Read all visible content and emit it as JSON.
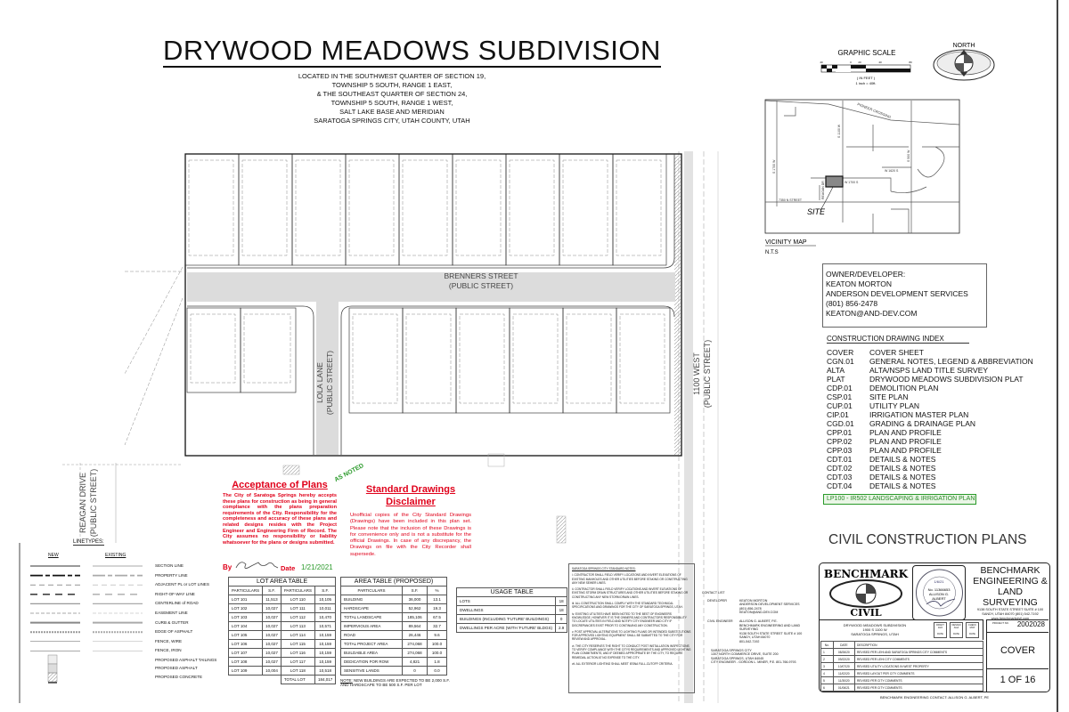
{
  "title": "DRYWOOD MEADOWS SUBDIVISION",
  "location": [
    "LOCATED IN THE SOUTHWEST QUARTER OF SECTION 19,",
    "TOWNSHIP 5 SOUTH, RANGE 1 EAST,",
    "& THE SOUTHEAST QUARTER OF SECTION 24,",
    "TOWNSHIP 5 SOUTH, RANGE 1 WEST,",
    "SALT LAKE BASE AND MERIDIAN",
    "SARATOGA SPRINGS CITY, UTAH COUNTY, UTAH"
  ],
  "scale": {
    "title": "GRAPHIC SCALE",
    "ticks": [
      "40",
      "0",
      "20",
      "40",
      "80"
    ],
    "unit": "( IN FEET )",
    "ratio": "1 inch = 40ft."
  },
  "north": {
    "label": "NORTH"
  },
  "streets": {
    "brenners": "BRENNERS STREET",
    "brenners_sub": "(PUBLIC STREET)",
    "lola": "LOLA LANE",
    "lola_sub": "(PUBLIC STREET)",
    "west": "1100 WEST",
    "west_sub": "(PUBLIC STREET)",
    "reagan": "REAGAN DRIVE",
    "reagan_sub": "(PUBLIC STREET)"
  },
  "vicinity": {
    "title": "VICINITY MAP",
    "nts": "N.T.S",
    "site": "SITE",
    "labels": {
      "pioneer": "PIONEER CROSSING",
      "s1100": "S 1100 W",
      "s1700": "S 1700 W",
      "s500": "S 500 W",
      "w1620": "W 1620 S",
      "w1700": "W 1700 S",
      "reagan": "REAGAN DR",
      "n7350": "7350 N STREET"
    }
  },
  "owner": [
    "OWNER/DEVELOPER:",
    "KEATON MORTON",
    "ANDERSON DEVELOPMENT SERVICES",
    "(801) 856-2478",
    "KEATON@AND-DEV.COM"
  ],
  "index": {
    "title": "CONSTRUCTION DRAWING INDEX",
    "items": [
      {
        "code": "COVER",
        "name": "COVER SHEET"
      },
      {
        "code": "CGN.01",
        "name": "GENERAL NOTES, LEGEND & ABBREVIATION"
      },
      {
        "code": "ALTA",
        "name": "ALTA/NSPS LAND TITLE SURVEY"
      },
      {
        "code": "PLAT",
        "name": "DRYWOOD MEADOWS SUBDIVISION PLAT"
      },
      {
        "code": "CDP.01",
        "name": "DEMOLITION PLAN"
      },
      {
        "code": "CSP.01",
        "name": "SITE PLAN"
      },
      {
        "code": "CUP.01",
        "name": "UTILITY PLAN"
      },
      {
        "code": "CIP.01",
        "name": "IRRIGATION MASTER PLAN"
      },
      {
        "code": "CGD.01",
        "name": "GRADING & DRAINAGE PLAN"
      },
      {
        "code": "CPP.01",
        "name": "PLAN AND PROFILE"
      },
      {
        "code": "CPP.02",
        "name": "PLAN AND PROFILE"
      },
      {
        "code": "CPP.03",
        "name": "PLAN AND PROFILE"
      },
      {
        "code": "CDT.01",
        "name": "DETAILS & NOTES"
      },
      {
        "code": "CDT.02",
        "name": "DETAILS & NOTES"
      },
      {
        "code": "CDT.03",
        "name": "DETAILS & NOTES"
      },
      {
        "code": "CDT.04",
        "name": "DETAILS & NOTES"
      }
    ],
    "highlight": "LP100 - IR502   LANDSCAPING & IRRIGATION PLAN"
  },
  "civil": "CIVIL CONSTRUCTION PLANS",
  "acceptance": {
    "title": "Acceptance of Plans",
    "stamp": "AS NOTED",
    "body": "The City of Saratoga Springs hereby accepts these plans for construction as being in general compliance with the plans preparation requirements of the City. Responsibility for the completeness and accuracy of these plans and related designs resides with the Project Engineer and Engineering Firm of Record. The City assumes no responsibility or liability whatsoever for the plans or designs submitted.",
    "by": "By",
    "date_label": "Date",
    "date": "1/21/2021"
  },
  "disclaimer": {
    "title1": "Standard Drawings",
    "title2": "Disclaimer",
    "body": "Unofficial copies of the City Standard Drawings (Drawings) have been included in this plan set. Please note that the inclusion of these Drawings is for convenience only and is not a substitute for the official Drawings. In case of any discrepancy, the Drawings on file with the City Recorder shall supersede."
  },
  "linetypes": {
    "title": "LINETYPES:",
    "new": "NEW",
    "existing": "EXISTING",
    "items": [
      "SECTION LINE",
      "PROPERTY LINE",
      "ADJACENT PL or LOT LINES",
      "RIGHT-OF-WAY LINE",
      "CENTERLINE of ROAD",
      "EASEMENT LINE",
      "CURB & GUTTER",
      "EDGE OF ASPHALT",
      "FENCE, WIRE",
      "FENCE, IRON",
      "PROPOSED ASPHALT TAILINGS",
      "PROPOSED ASPHALT",
      "PROPOSED CONCRETE"
    ]
  },
  "lot_table": {
    "title": "LOT AREA TABLE",
    "headers": [
      "PARTICULARS",
      "S.F.",
      "PARTICULARS",
      "S.F."
    ],
    "rows": [
      [
        "LOT 101",
        "11,513",
        "LOT 110",
        "10,105"
      ],
      [
        "LOT 102",
        "10,027",
        "LOT 111",
        "10,011"
      ],
      [
        "LOT 103",
        "10,027",
        "LOT 112",
        "10,470"
      ],
      [
        "LOT 104",
        "10,027",
        "LOT 113",
        "10,571"
      ],
      [
        "LOT 105",
        "10,027",
        "LOT 114",
        "10,159"
      ],
      [
        "LOT 106",
        "10,027",
        "LOT 115",
        "10,159"
      ],
      [
        "LOT 107",
        "10,027",
        "LOT 116",
        "10,159"
      ],
      [
        "LOT 108",
        "10,027",
        "LOT 117",
        "10,159"
      ],
      [
        "LOT 109",
        "10,004",
        "LOT 118",
        "10,518"
      ]
    ],
    "total_label": "TOTAL LOT",
    "total": "184,017"
  },
  "area_table": {
    "title": "AREA TABLE (PROPOSED)",
    "headers": [
      "PARTICULARS",
      "S.F.",
      "%"
    ],
    "rows": [
      [
        "BUILDING",
        "36,000",
        "13.1"
      ],
      [
        "HARDSCAPE",
        "52,962",
        "19.3"
      ],
      [
        "TOTAL LANDSCAPE",
        "185,106",
        "67.5"
      ],
      [
        "IMPERVIOUS AREA",
        "89,564",
        "32.7"
      ],
      [
        "ROAD",
        "26,446",
        "9.6"
      ],
      [
        "TOTAL PROJECT AREA",
        "274,068",
        "100.0"
      ],
      [
        "BUILDABLE AREA",
        "274,068",
        "100.0"
      ],
      [
        "DEDICATION FOR ROW",
        "4,821",
        "1.8"
      ],
      [
        "SENSITIVE LANDS",
        "0",
        "0.0"
      ]
    ],
    "note_label": "NOTE:",
    "note": " NEW BUILDINGS ARE EXPECTED TO BE 2,000 S.F. AND HARDSCAPE TO BE 500 S.F. PER LOT"
  },
  "usage_table": {
    "title": "USAGE TABLE",
    "rows": [
      [
        "LOTS",
        "18"
      ],
      [
        "DWELLINGS",
        "18"
      ],
      [
        "BUILDINGS (INCLUDING 'FUTURE' BUILDINGS)",
        "0"
      ],
      [
        "DWELLINGS PER ACRE (WITH 'FUTURE' BLDGS)",
        "2.9"
      ]
    ]
  },
  "city_notes": {
    "title": "SARATOGA SPRINGS CITY STANDARD NOTES:",
    "items": [
      "i. CONTRACTOR SHALL FIELD VERIFY LOCATIONS AND INVERT ELEVATIONS OF EXISTING MANHOLES AND OTHER UTILITIES BEFORE STAKING OR CONSTRUCTING ANY NEW SEWER LINES.",
      "ii. CONTRACTOR SHALL FIELD VERIFY LOCATIONS AND INVERT ELEVATIONS OF EXISTING STORM DRAIN STRUCTURES AND OTHER UTILITIES BEFORE STAKING OR CONSTRUCTING ANY NEW STORM DRAIN LINES.",
      "iii. ALL CONSTRUCTION SHALL COMPLY WITH THE STANDARD TECHNICAL SPECIFICATIONS AND DRAWINGS FOR THE CITY OF SARATOGA SPRINGS, UTAH.",
      "iv. EXISTING UTILITIES HAVE BEEN NOTED TO THE BEST OF ENGINEERS KNOWLEDGE, HOWEVER IT IS THE OWNERS AND CONTRACTORS RESPONSIBILITY TO LOCATE UTILITIES IN FIELD AND NOTIFY CITY ENGINEER AND CITY IF DISCREPANCIES EXIST PRIOR TO CONTINUING ANY CONSTRUCTION.",
      "v. POST APPROVAL ALTERATIONS TO LIGHTING PLANS OR INTENDED SUBSTITUTIONS FOR APPROVED LIGHTING EQUIPMENT SHALL BE SUBMITTED TO THE CITY FOR REVIEW AND APPROVAL.",
      "vi. THE CITY RESERVES THE RIGHT TO CONDUCT POST INSTALLATION INSPECTIONS TO VERIFY COMPLIANCE WITH THE CITYS REQUIREMENTS AND APPROVED LIGHTING PLAN COMMITMENTS, AND IF DEEMED APPROPRIATE BY THE CITY, TO REQUIRE REMEDIAL ACTION AT NO EXPENSE TO THE CITY.",
      "vii. ALL EXTERIOR LIGHTING SHALL MEET IESNA FULL-CUTOFF CRITERIA."
    ]
  },
  "contacts": {
    "title": "CONTACT LIST",
    "developer_label": "DEVELOPER",
    "developer": [
      "KEATON MORTON",
      "ANDERSON DEVELOPMENT SERVICES",
      "(801) 856-2478",
      "KEATON@AND-DEV.COM"
    ],
    "engineer_label": "CIVIL ENGINEER",
    "engineer": [
      "ALLISON G. ALBERT, P.E.",
      "BENCHMARK ENGINEERING AND LAND SURVEYING",
      "9138 SOUTH STATE STREET SUITE # 100",
      "SANDY, UTAH 84070",
      "801-542-7192"
    ],
    "city": [
      "SARATOGA SPRINGS CITY",
      "1307 NORTH COMMERCE DRIVE, SUITE 200",
      "SARATOGA SPRINGS, UTAH 84045",
      "CITY ENGINEER - GORDON L. MINER, P.E.    801-766-9793"
    ]
  },
  "title_block": {
    "logo_top": "BENCHMARK",
    "logo_bottom": "CIVIL",
    "seal": [
      "PROFESSIONAL ENGINEER",
      "No. 11366653",
      "ALLISON G.",
      "ALBERT",
      "STATE OF UTAH"
    ],
    "seal_date": "1/6/21",
    "firm": [
      "BENCHMARK",
      "ENGINEERING &",
      "LAND SURVEYING"
    ],
    "address": "9138 SOUTH STATE STREET SUITE # 100",
    "city": "SANDY, UTAH 84070  (801) 542-7192",
    "web": "www.benchmarkcivil.com",
    "project": [
      "DRYWOOD MEADOWS SUBDIVISION",
      "1900 S 1100 W",
      "SARATOGA SPRINGS, UTAH"
    ],
    "checks": [
      [
        "DRAFT",
        "JHO"
      ],
      [
        "DESIGN",
        "AGA"
      ],
      [
        "CHECK",
        "MCP"
      ]
    ],
    "date_label": "DATE",
    "project_no_label": "PROJECT NO.",
    "project_no": "2002028",
    "sheet_name": "COVER",
    "sheet_num": "1 OF 16",
    "rev_headers": [
      "No.",
      "DATE",
      "DESCRIPTION"
    ],
    "revisions": [
      [
        "1",
        "08/26/20",
        "REVISED PER LEHI AND SARATOGA SPRINGS CITY COMMENTS"
      ],
      [
        "2",
        "09/22/20",
        "REVISED PER LEHI CITY COMMENTS"
      ],
      [
        "3",
        "10/07/20",
        "REVISED UTILITY LOCATIONS IN WEST PROPERTY"
      ],
      [
        "4",
        "11/02/20",
        "REVISED LAYOUT PER CITY COMMENTS"
      ],
      [
        "5",
        "11/30/20",
        "REVISED PER CITY COMMENTS"
      ],
      [
        "6",
        "01/06/21",
        "REVISED PER CITY COMMENTS"
      ]
    ],
    "contact": "BENCHMARK ENGINEERING CONTACT: ALLISON G. ALBERT, PE"
  },
  "colors": {
    "red": "#e0001a",
    "green": "#2a9a2a",
    "road": "#d9d9d9"
  }
}
